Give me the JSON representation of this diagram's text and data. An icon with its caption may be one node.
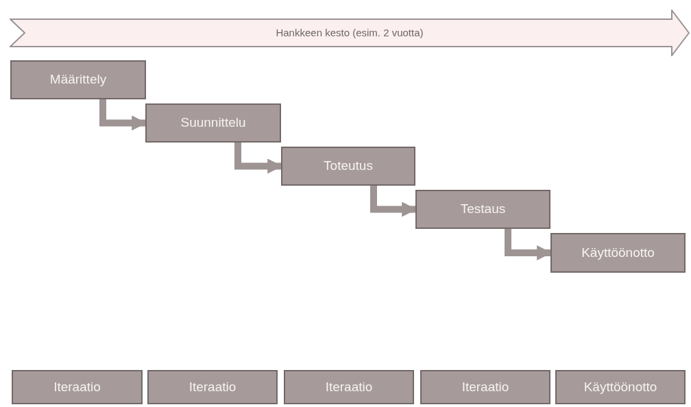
{
  "diagram": {
    "nodes": [
      {
        "text": [
          "Hankkeen kesto (esim. 2 vuotta)"
        ]
      },
      {
        "text": [
          "Määrittely"
        ]
      },
      {
        "text": [
          "Suunnittelu"
        ]
      },
      {
        "text": [
          "Toteutus"
        ]
      },
      {
        "text": [
          "Testaus"
        ]
      },
      {
        "text": [
          "Käyttöönotto"
        ]
      },
      {
        "text": [
          "Iteraatio"
        ]
      },
      {
        "text": [
          "Iteraatio"
        ]
      },
      {
        "text": [
          "Iteraatio"
        ]
      },
      {
        "text": [
          "Iteraatio"
        ]
      },
      {
        "text": [
          "Käyttöönotto"
        ]
      }
    ],
    "edges": [
      {
        "from": 1,
        "to": 2,
        "arrow": "to"
      },
      {
        "from": 2,
        "to": 3,
        "arrow": "to"
      },
      {
        "from": 3,
        "to": 4,
        "arrow": "to"
      },
      {
        "from": 4,
        "to": 5,
        "arrow": "to"
      }
    ]
  }
}
